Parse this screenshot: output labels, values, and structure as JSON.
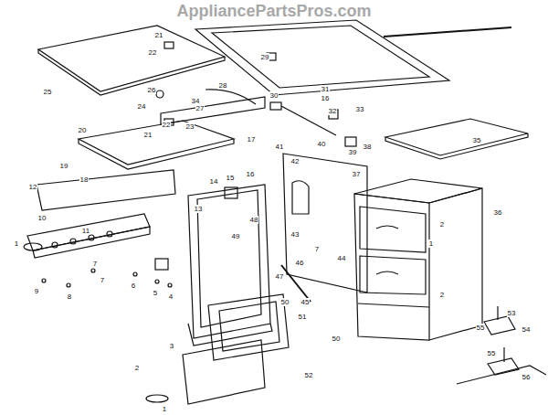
{
  "diagram": {
    "labels": [
      "AppliancePartsPros.com",
      "21",
      "22",
      "25",
      "29",
      "31",
      "16",
      "26",
      "28",
      "27",
      "24",
      "23",
      "17",
      "30",
      "32",
      "33",
      "41",
      "40",
      "39",
      "38",
      "34",
      "35",
      "20",
      "21",
      "22",
      "19",
      "18",
      "12",
      "16",
      "14",
      "15",
      "13",
      "48",
      "49",
      "42",
      "37",
      "36",
      "43",
      "2",
      "1",
      "7",
      "44",
      "46",
      "47",
      "45",
      "2",
      "10",
      "11",
      "1",
      "9",
      "8",
      "7",
      "7",
      "6",
      "5",
      "4",
      "3",
      "50",
      "51",
      "50",
      "2",
      "1",
      "52",
      "53",
      "55",
      "54",
      "55",
      "56"
    ]
  }
}
